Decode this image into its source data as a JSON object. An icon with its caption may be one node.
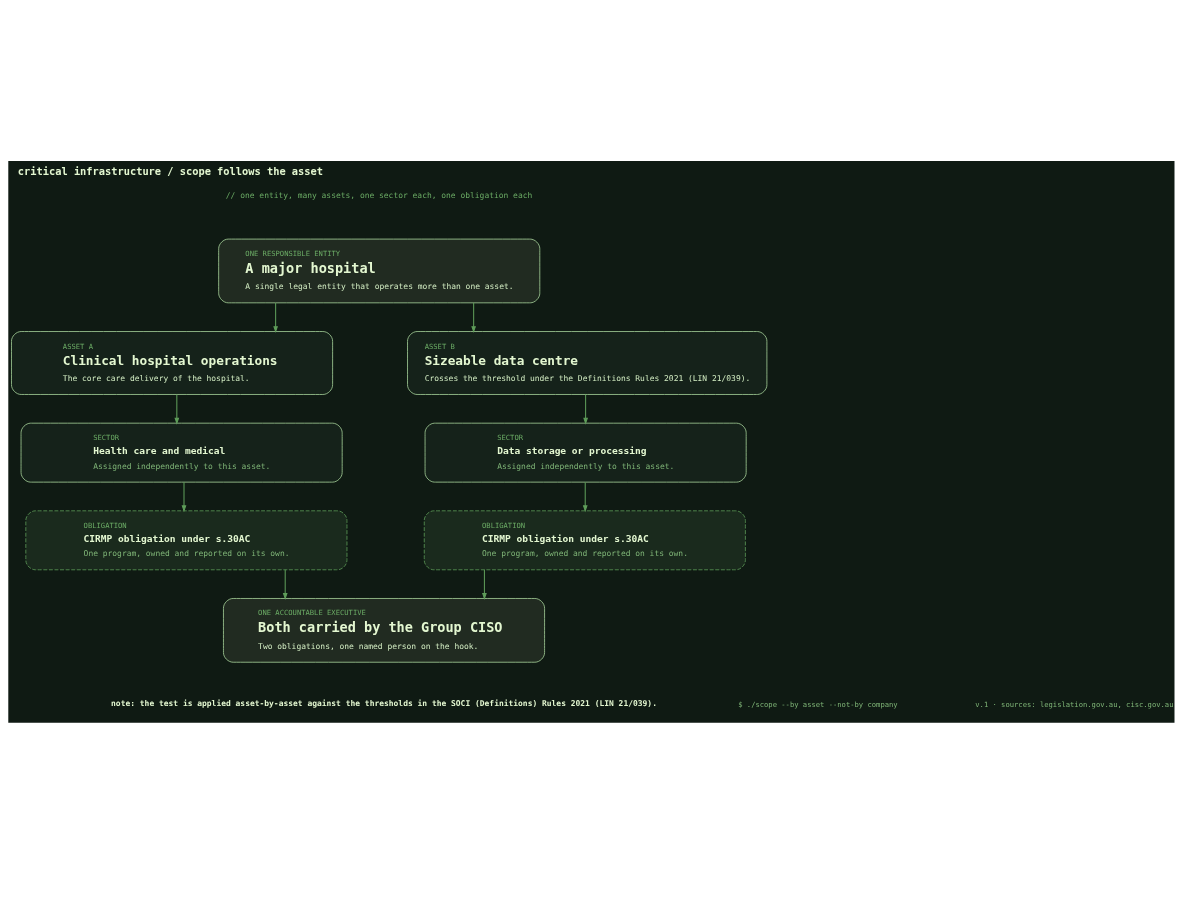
{
  "diagram": {
    "title": "critical infrastructure / scope follows the asset",
    "nodes": [
      {
        "text": [
          "ONE RESPONSIBLE ENTITY",
          "A major hospital",
          "A single legal entity that operates more than one asset."
        ]
      },
      {
        "text": [
          "ASSET A",
          "Clinical hospital operations",
          "The core care delivery of the hospital."
        ]
      },
      {
        "text": [
          "ASSET B",
          "Sizeable data centre",
          "Crosses the threshold under the Definitions Rules 2021 (LIN 21/039)."
        ]
      },
      {
        "text": [
          "SECTOR",
          "Health care and medical",
          "Assigned independently to this asset."
        ]
      },
      {
        "text": [
          "SECTOR",
          "Data storage or processing",
          "Assigned independently to this asset."
        ]
      },
      {
        "text": [
          "OBLIGATION",
          "CIRMP obligation under s.30AC",
          "One program, owned and reported on its own."
        ]
      },
      {
        "text": [
          "OBLIGATION",
          "CIRMP obligation under s.30AC",
          "One program, owned and reported on its own."
        ]
      },
      {
        "text": [
          "ONE ACCOUNTABLE EXECUTIVE",
          "Both carried by the Group CISO",
          "Two obligations, one named person on the hook."
        ]
      }
    ],
    "edges": [
      {
        "from": 0,
        "to": 1,
        "arrow": "to"
      },
      {
        "from": 0,
        "to": 2,
        "arrow": "to"
      },
      {
        "from": 1,
        "to": 3,
        "arrow": "to"
      },
      {
        "from": 2,
        "to": 4,
        "arrow": "to"
      },
      {
        "from": 3,
        "to": 5,
        "arrow": "to"
      },
      {
        "from": 4,
        "to": 6,
        "arrow": "to"
      },
      {
        "from": 5,
        "to": 7,
        "arrow": "to"
      },
      {
        "from": 6,
        "to": 7,
        "arrow": "to"
      }
    ],
    "labels": [
      "// one entity, many assets, one sector each, one obligation each",
      "note: the test is applied asset-by-asset against the thresholds in the SOCI (Definitions) Rules 2021 (LIN 21/039).",
      "$ ./scope --by asset --not-by company",
      "v.1 · sources: legislation.gov.au, cisc.gov.au"
    ]
  }
}
